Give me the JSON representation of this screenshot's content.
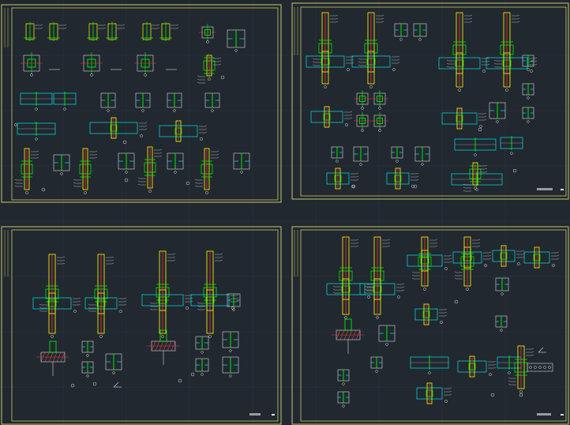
{
  "viewport": {
    "background": "#212830",
    "grid_color": "#2c3540"
  },
  "colors": {
    "frame": "#c8c86a",
    "column": "#ffff00",
    "column_core": "#ff3030",
    "beam": "#00e5e5",
    "stiffener": "#00ff00",
    "annotation": "#d9d9d9",
    "weld_marker": "#ff3030",
    "bolt": "#e0e0e0",
    "hatch": "#ff5050"
  },
  "sheets": [
    {
      "id": "sheet-1"
    },
    {
      "id": "sheet-2"
    },
    {
      "id": "sheet-3"
    },
    {
      "id": "sheet-4"
    }
  ]
}
